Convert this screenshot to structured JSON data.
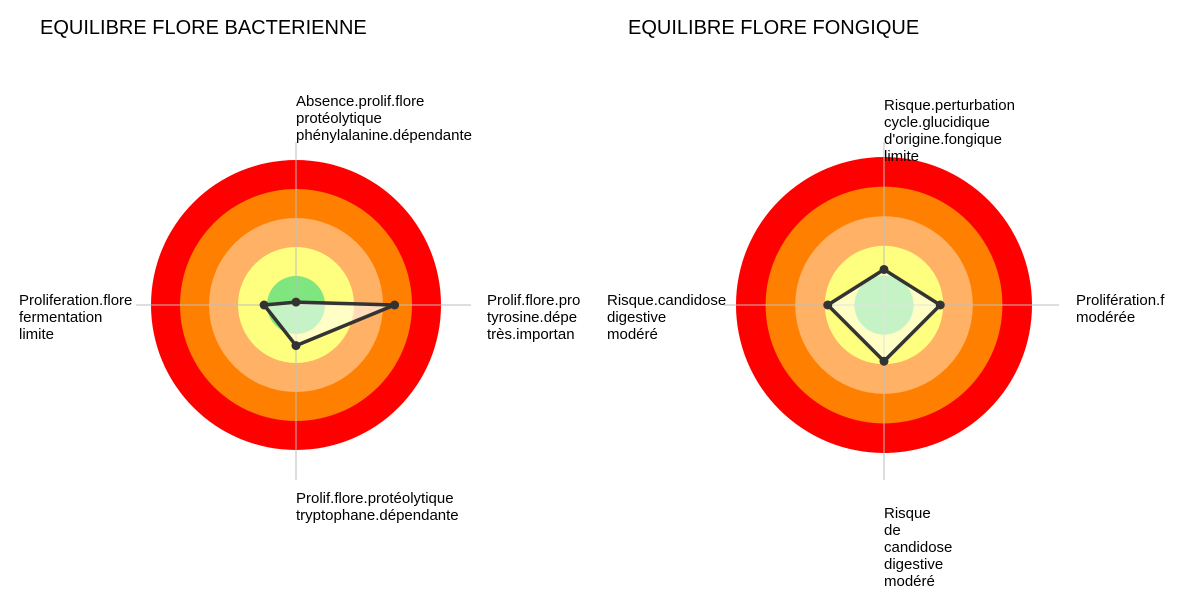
{
  "colors": {
    "rings": [
      "#ff0000",
      "#ff7f00",
      "#ffb266",
      "#ffff7f",
      "#7fe57f"
    ],
    "axis": "#bdbdbd",
    "polygon_stroke": "#333333",
    "polygon_fill": "#ffffff"
  },
  "chart_data": [
    {
      "type": "radar",
      "title": "EQUILIBRE FLORE BACTERIENNE",
      "ring_levels": 5,
      "rlim": [
        0,
        5
      ],
      "axes": [
        {
          "direction": "top",
          "lines": [
            "Absence.prolif.flore",
            "protéolytique",
            "phénylalanine.dépendante"
          ]
        },
        {
          "direction": "right",
          "lines": [
            "Prolif.flore.pro",
            "tyrosine.dépe",
            "très.importan"
          ]
        },
        {
          "direction": "bottom",
          "lines": [
            "Prolif.flore.protéolytique",
            "tryptophane.dépendante"
          ]
        },
        {
          "direction": "left",
          "lines": [
            "Proliferation.flore",
            "fermentation",
            "limite"
          ]
        }
      ],
      "values": [
        0.1,
        3.4,
        1.4,
        1.1
      ]
    },
    {
      "type": "radar",
      "title": "EQUILIBRE FLORE FONGIQUE",
      "ring_levels": 5,
      "rlim": [
        0,
        5
      ],
      "axes": [
        {
          "direction": "top",
          "lines": [
            "Risque.perturbation",
            "cycle.glucidique",
            "d'origine.fongique",
            "limite"
          ]
        },
        {
          "direction": "right",
          "lines": [
            "Prolifération.f",
            "modérée"
          ]
        },
        {
          "direction": "bottom",
          "lines": [
            "Risque",
            "de",
            "candidose",
            "digestive",
            "modéré"
          ]
        },
        {
          "direction": "left",
          "lines": [
            "Risque.candidose",
            "digestive",
            "modéré"
          ]
        }
      ],
      "values": [
        1.2,
        1.9,
        1.9,
        1.9
      ]
    }
  ]
}
